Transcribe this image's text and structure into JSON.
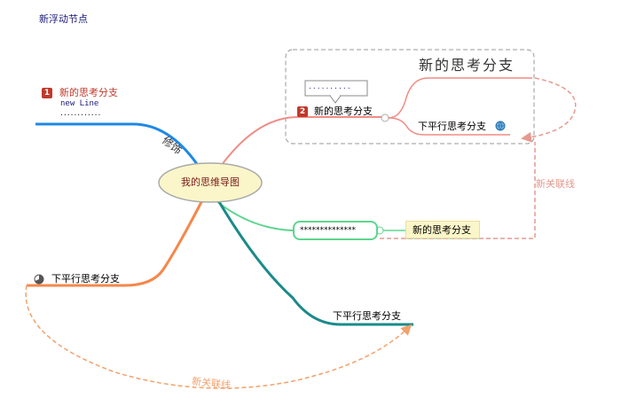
{
  "floating_node": "新浮动节点",
  "central_topic": "我的思维导图",
  "branches": {
    "top_left": {
      "priority": "1",
      "label": "新的思考分支",
      "line2": "new Line",
      "dots": "............",
      "connector_label": "修饰"
    },
    "top_right": {
      "priority": "2",
      "label": "新的思考分支",
      "callout": "..........",
      "boundary_title": "新的思考分支",
      "child": "下平行思考分支",
      "child_icon": "globe-icon"
    },
    "middle_right": {
      "stars": "**************",
      "child": "新的思考分支"
    },
    "bottom_left": {
      "icon": "progress-icon",
      "label": "下平行思考分支"
    },
    "bottom_right": {
      "label": "下平行思考分支"
    }
  },
  "relationships": [
    {
      "label": "新关联线",
      "color": "#e59a8f"
    },
    {
      "label": "新关联线",
      "color": "#f2a16b"
    }
  ],
  "colors": {
    "blue_branch": "#1e88e5",
    "salmon_branch": "#f08c84",
    "green_branch": "#5dd58f",
    "orange_branch": "#f5874a",
    "teal_branch": "#1a8a8a",
    "center_fill": "#fbf6c9"
  }
}
